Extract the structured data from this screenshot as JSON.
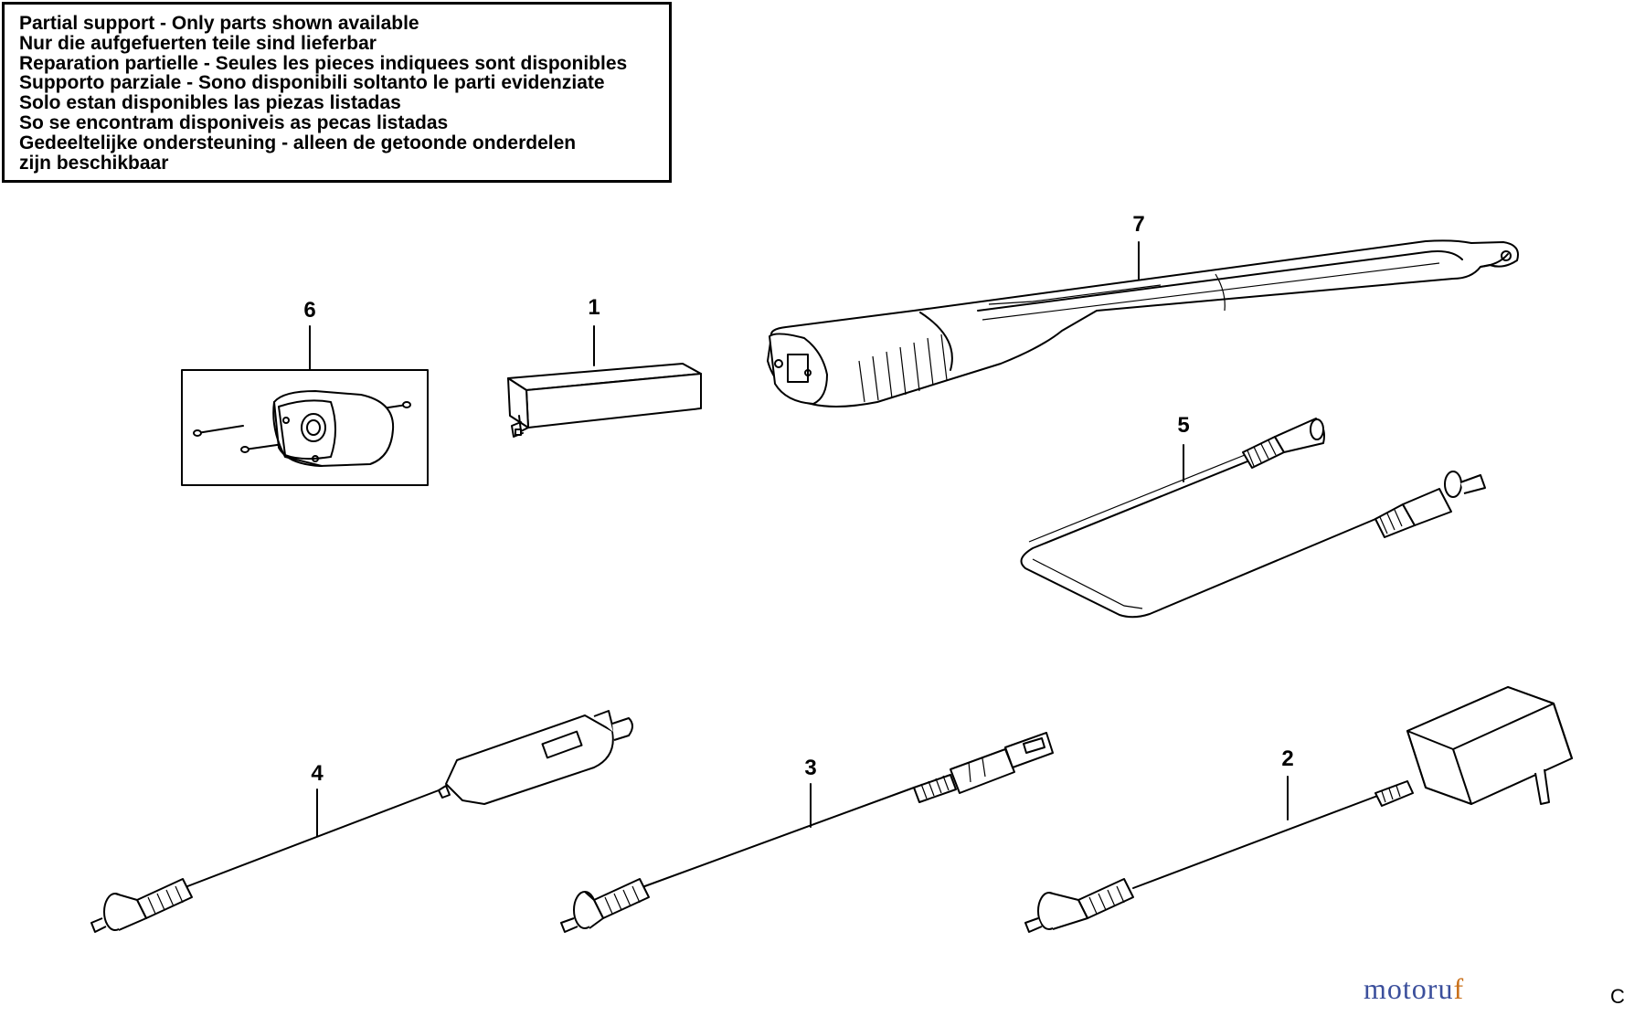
{
  "notice": {
    "lines": [
      "Partial support - Only parts shown available",
      "Nur die aufgefuerten teile sind lieferbar",
      "Reparation partielle - Seules les pieces indiquees sont disponibles",
      "Supporto parziale - Sono disponibili soltanto le parti evidenziate",
      "Solo estan disponibles las piezas listadas",
      "So se encontram disponiveis as pecas listadas",
      "Gedeeltelijke ondersteuning - alleen de getoonde onderdelen",
      "zijn beschikbaar"
    ]
  },
  "callouts": {
    "part1": "1",
    "part2": "2",
    "part3": "3",
    "part4": "4",
    "part5": "5",
    "part6": "6",
    "part7": "7"
  },
  "watermark": {
    "text_a": "motoru",
    "text_b": "f"
  },
  "corner_mark": "C",
  "colors": {
    "line": "#000000",
    "watermark_blue": "#3b4f9c",
    "watermark_orange": "#c9701a"
  }
}
